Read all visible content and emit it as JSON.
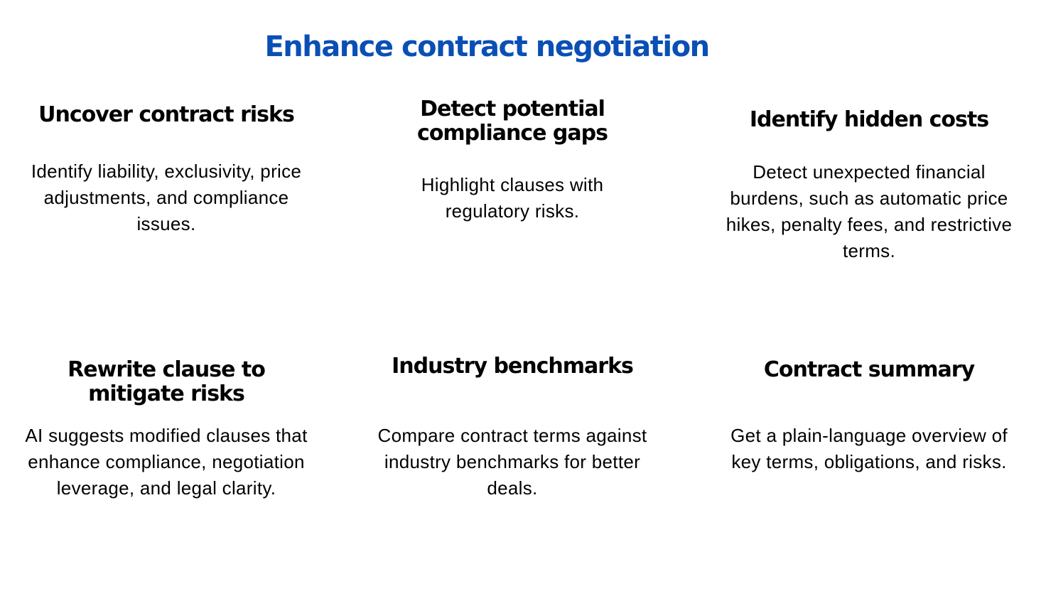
{
  "title": "Enhance contract negotiation",
  "accent_color": "#0a4fb5",
  "cards": [
    {
      "heading": "Uncover contract risks",
      "body": "Identify liability, exclusivity, price adjustments, and compliance issues."
    },
    {
      "heading": "Detect potential compliance gaps",
      "body": "Highlight clauses with regulatory risks."
    },
    {
      "heading": "Identify hidden costs",
      "body": "Detect unexpected financial burdens, such as automatic price hikes, penalty fees, and restrictive terms."
    },
    {
      "heading": "Rewrite clause to mitigate risks",
      "body": "AI suggests modified clauses that enhance compliance, negotiation leverage, and legal clarity."
    },
    {
      "heading": "Industry benchmarks",
      "body": "Compare contract terms against industry benchmarks for better deals."
    },
    {
      "heading": "Contract summary",
      "body": "Get a plain-language overview of key terms, obligations, and risks."
    }
  ]
}
